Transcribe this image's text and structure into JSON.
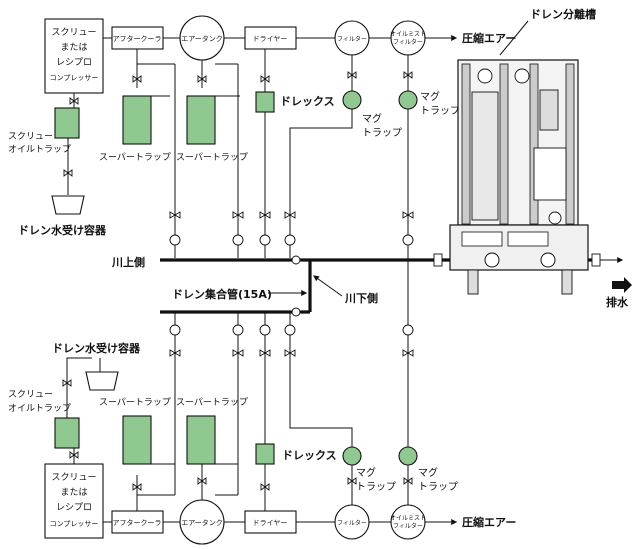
{
  "title": "ドレン分離槽",
  "top": {
    "compressor": [
      "スクリュー",
      "または",
      "レシプロ",
      "コンプレッサー"
    ],
    "aftercooler": "アフタークーラ",
    "air_tank": "エアータンク",
    "dryer": "ドライヤー",
    "filter": "フィルター",
    "mist_filter": [
      "オイルミスト",
      "フィルター"
    ],
    "outlet": "圧縮エアー",
    "oil_trap": [
      "スクリュー",
      "オイルトラップ"
    ],
    "super_trap_1": "スーパートラップ",
    "super_trap_2": "スーパートラップ",
    "drex": "ドレックス",
    "mag_trap_1": [
      "マグ",
      "トラップ"
    ],
    "mag_trap_2": [
      "マグ",
      "トラップ"
    ],
    "drain_container": "ドレン水受け容器"
  },
  "middle": {
    "upstream": "川上側",
    "downstream": "川下側",
    "header": "ドレン集合管(15A)",
    "discharge": "排水"
  },
  "bottom": {
    "compressor": [
      "スクリュー",
      "または",
      "レシプロ",
      "コンプレッサー"
    ],
    "aftercooler": "アフタークーラ",
    "air_tank": "エアータンク",
    "dryer": "ドライヤー",
    "filter": "フィルター",
    "mist_filter": [
      "オイルミスト",
      "フィルター"
    ],
    "outlet": "圧縮エアー",
    "oil_trap": [
      "スクリュー",
      "オイルトラップ"
    ],
    "super_trap_1": "スーパートラップ",
    "super_trap_2": "スーパートラップ",
    "drex": "ドレックス",
    "mag_trap_1": [
      "マグ",
      "トラップ"
    ],
    "mag_trap_2": [
      "マグ",
      "トラップ"
    ],
    "drain_container": "ドレン水受け容器"
  },
  "colors": {
    "trap_fill": "#8fc98f",
    "line": "#111111"
  }
}
